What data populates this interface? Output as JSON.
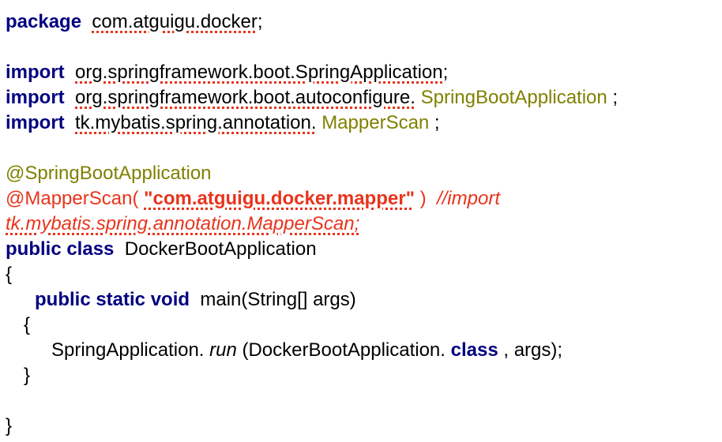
{
  "code": {
    "kw_package": "package",
    "pkg_name": "com.atguigu.docker",
    "semi": ";",
    "kw_import": "import",
    "imp1": "org.springframework.boot.SpringApplication",
    "imp2_pkg": "org.springframework.boot.autoconfigure.",
    "imp2_cls": "SpringBootApplication",
    "imp3_pkg": "tk.mybatis.spring.annotation.",
    "imp3_cls": "MapperScan",
    "sp_semi": " ;",
    "ann1": "@SpringBootApplication",
    "ann2": "@MapperScan(",
    "ann2_str": "\"com.atguigu.docker.mapper\"",
    "ann2_close": ")",
    "comment1": "//import",
    "comment2": "tk.mybatis.spring.annotation.MapperScan;",
    "kw_public_class": "public class",
    "class_name": "DockerBootApplication",
    "brace_open": "{",
    "brace_close": "}",
    "kw_method": "public static void",
    "method_sig": "main(String[] args)",
    "call_obj": "SpringApplication.",
    "call_run": "run",
    "call_arg1": "(DockerBootApplication.",
    "kw_class": "class",
    "call_rest": ", args);"
  }
}
